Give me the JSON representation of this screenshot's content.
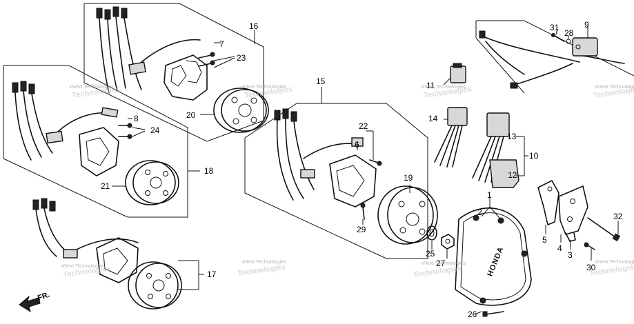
{
  "callouts": {
    "c1": "1",
    "c2": "2",
    "c3": "3",
    "c4": "4",
    "c5": "5",
    "c6": "6",
    "c7": "7",
    "c8": "8",
    "c9": "9",
    "c10": "10",
    "c11": "11",
    "c12": "12",
    "c13": "13",
    "c14": "14",
    "c15": "15",
    "c16": "16",
    "c17": "17",
    "c18": "18",
    "c19": "19",
    "c20": "20",
    "c21": "21",
    "c22": "22",
    "c23": "23",
    "c24": "24",
    "c25": "25",
    "c26": "26",
    "c27": "27",
    "c28": "28",
    "c29": "29",
    "c30": "30",
    "c31": "31",
    "c32": "32"
  },
  "direction_label": "FR.",
  "cover_brand": "HONDA",
  "watermark": {
    "line1": "vNext Technologies",
    "line2": "Technologies"
  }
}
